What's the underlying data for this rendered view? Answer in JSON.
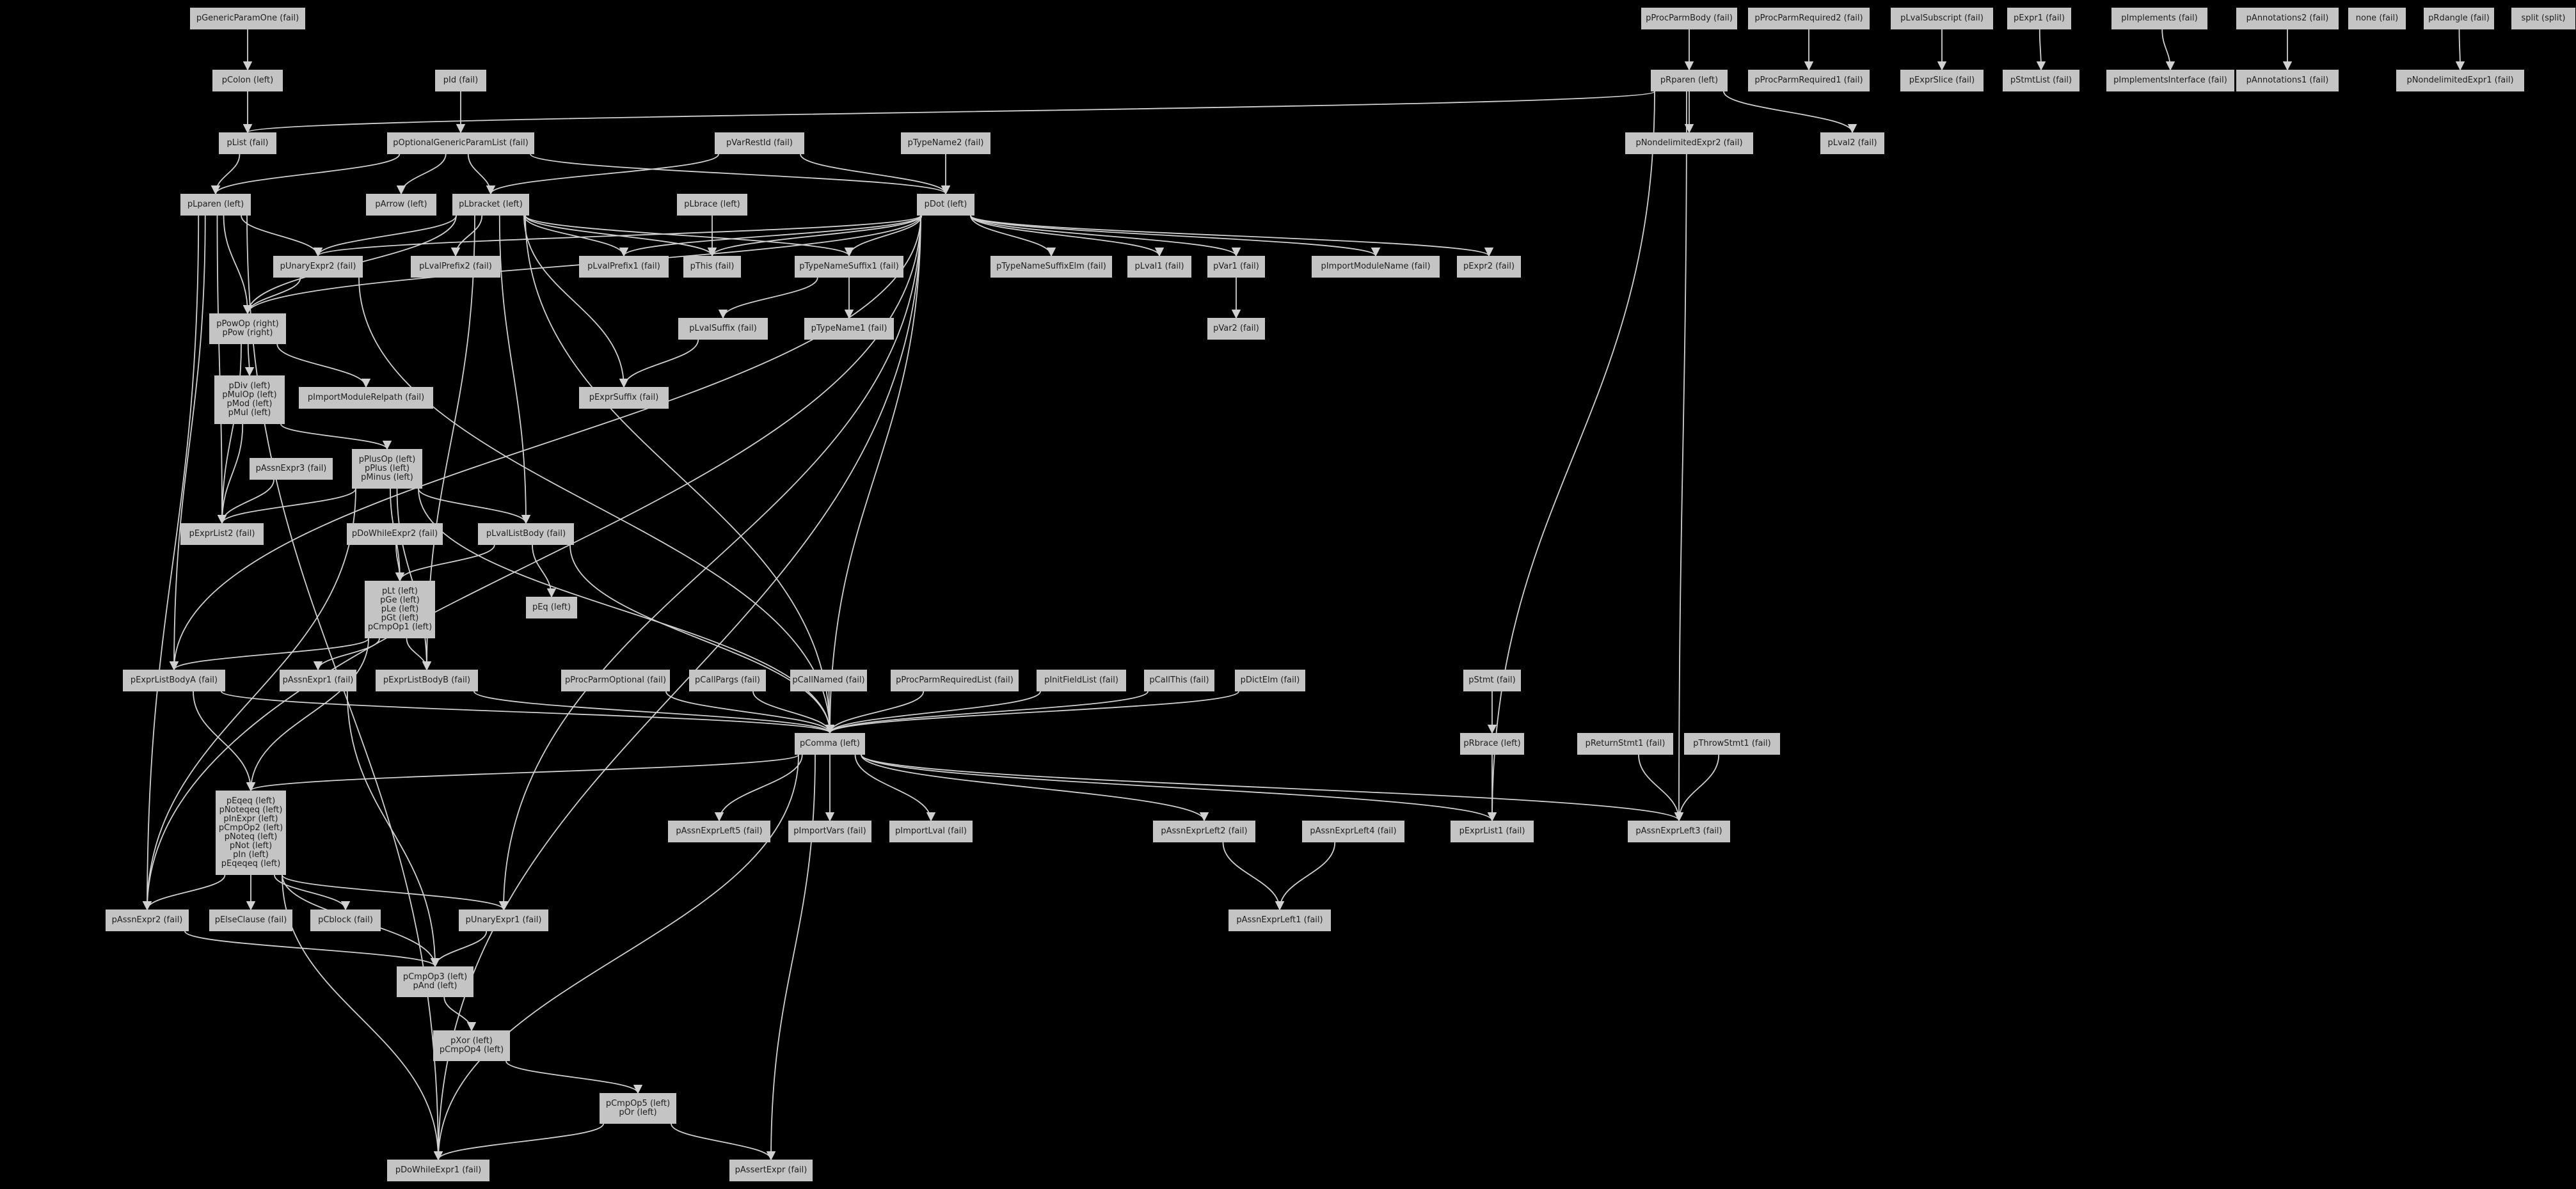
{
  "diagram": {
    "nodes": [
      {
        "id": "pGenericParamOne",
        "lines": [
          "pGenericParamOne (fail)"
        ]
      },
      {
        "id": "pColon",
        "lines": [
          "pColon (left)"
        ]
      },
      {
        "id": "pId",
        "lines": [
          "pId (fail)"
        ]
      },
      {
        "id": "pList",
        "lines": [
          "pList (fail)"
        ]
      },
      {
        "id": "pOptionalGenericParamList",
        "lines": [
          "pOptionalGenericParamList (fail)"
        ]
      },
      {
        "id": "pVarRestId",
        "lines": [
          "pVarRestId (fail)"
        ]
      },
      {
        "id": "pTypeName2",
        "lines": [
          "pTypeName2 (fail)"
        ]
      },
      {
        "id": "pLparen",
        "lines": [
          "pLparen (left)"
        ]
      },
      {
        "id": "pArrow",
        "lines": [
          "pArrow (left)"
        ]
      },
      {
        "id": "pLbracket",
        "lines": [
          "pLbracket (left)"
        ]
      },
      {
        "id": "pLbrace",
        "lines": [
          "pLbrace (left)"
        ]
      },
      {
        "id": "pDot",
        "lines": [
          "pDot (left)"
        ]
      },
      {
        "id": "pUnaryExpr2",
        "lines": [
          "pUnaryExpr2 (fail)"
        ]
      },
      {
        "id": "pLvalPrefix2",
        "lines": [
          "pLvalPrefix2 (fail)"
        ]
      },
      {
        "id": "pLvalPrefix1",
        "lines": [
          "pLvalPrefix1 (fail)"
        ]
      },
      {
        "id": "pThis",
        "lines": [
          "pThis (fail)"
        ]
      },
      {
        "id": "pTypeNameSuffix1",
        "lines": [
          "pTypeNameSuffix1 (fail)"
        ]
      },
      {
        "id": "pTypeNameSuffixElm",
        "lines": [
          "pTypeNameSuffixElm (fail)"
        ]
      },
      {
        "id": "pLval1",
        "lines": [
          "pLval1 (fail)"
        ]
      },
      {
        "id": "pVar1",
        "lines": [
          "pVar1 (fail)"
        ]
      },
      {
        "id": "pImportModuleName",
        "lines": [
          "pImportModuleName (fail)"
        ]
      },
      {
        "id": "pExpr2",
        "lines": [
          "pExpr2 (fail)"
        ]
      },
      {
        "id": "pPowOp",
        "lines": [
          "pPowOp (right)",
          "pPow (right)"
        ]
      },
      {
        "id": "pLvalSuffix",
        "lines": [
          "pLvalSuffix (fail)"
        ]
      },
      {
        "id": "pTypeName1",
        "lines": [
          "pTypeName1 (fail)"
        ]
      },
      {
        "id": "pVar2",
        "lines": [
          "pVar2 (fail)"
        ]
      },
      {
        "id": "pDiv",
        "lines": [
          "pDiv (left)",
          "pMulOp (left)",
          "pMod (left)",
          "pMul (left)"
        ]
      },
      {
        "id": "pImportModuleRelpath",
        "lines": [
          "pImportModuleRelpath (fail)"
        ]
      },
      {
        "id": "pExprSuffix",
        "lines": [
          "pExprSuffix (fail)"
        ]
      },
      {
        "id": "pAssnExpr3",
        "lines": [
          "pAssnExpr3 (fail)"
        ]
      },
      {
        "id": "pPlusOp",
        "lines": [
          "pPlusOp (left)",
          "pPlus (left)",
          "pMinus (left)"
        ]
      },
      {
        "id": "pExprList2",
        "lines": [
          "pExprList2 (fail)"
        ]
      },
      {
        "id": "pDoWhileExpr2",
        "lines": [
          "pDoWhileExpr2 (fail)"
        ]
      },
      {
        "id": "pLvalListBody",
        "lines": [
          "pLvalListBody (fail)"
        ]
      },
      {
        "id": "pEq",
        "lines": [
          "pEq (left)"
        ]
      },
      {
        "id": "pLt",
        "lines": [
          "pLt (left)",
          "pGe (left)",
          "pLe (left)",
          "pGt (left)",
          "pCmpOp1 (left)"
        ]
      },
      {
        "id": "pExprListBodyA",
        "lines": [
          "pExprListBodyA (fail)"
        ]
      },
      {
        "id": "pAssnExpr1",
        "lines": [
          "pAssnExpr1 (fail)"
        ]
      },
      {
        "id": "pExprListBodyB",
        "lines": [
          "pExprListBodyB (fail)"
        ]
      },
      {
        "id": "pProcParmOptional",
        "lines": [
          "pProcParmOptional (fail)"
        ]
      },
      {
        "id": "pCallPargs",
        "lines": [
          "pCallPargs (fail)"
        ]
      },
      {
        "id": "pCallNamed",
        "lines": [
          "pCallNamed (fail)"
        ]
      },
      {
        "id": "pProcParmRequiredList",
        "lines": [
          "pProcParmRequiredList (fail)"
        ]
      },
      {
        "id": "pInitFieldList",
        "lines": [
          "pInitFieldList (fail)"
        ]
      },
      {
        "id": "pCallThis",
        "lines": [
          "pCallThis (fail)"
        ]
      },
      {
        "id": "pDictElm",
        "lines": [
          "pDictElm (fail)"
        ]
      },
      {
        "id": "pComma",
        "lines": [
          "pComma (left)"
        ]
      },
      {
        "id": "pEqeq",
        "lines": [
          "pEqeq (left)",
          "pNoteqeq (left)",
          "pInExpr (left)",
          "pCmpOp2 (left)",
          "pNoteq (left)",
          "pNot (left)",
          "pIn (left)",
          "pEqeqeq (left)"
        ]
      },
      {
        "id": "pAssnExprLeft5",
        "lines": [
          "pAssnExprLeft5 (fail)"
        ]
      },
      {
        "id": "pImportVars",
        "lines": [
          "pImportVars (fail)"
        ]
      },
      {
        "id": "pImportLval",
        "lines": [
          "pImportLval (fail)"
        ]
      },
      {
        "id": "pAssnExprLeft2",
        "lines": [
          "pAssnExprLeft2 (fail)"
        ]
      },
      {
        "id": "pAssnExprLeft4",
        "lines": [
          "pAssnExprLeft4 (fail)"
        ]
      },
      {
        "id": "pAssnExpr2",
        "lines": [
          "pAssnExpr2 (fail)"
        ]
      },
      {
        "id": "pElseClause",
        "lines": [
          "pElseClause (fail)"
        ]
      },
      {
        "id": "pCblock",
        "lines": [
          "pCblock (fail)"
        ]
      },
      {
        "id": "pUnaryExpr1",
        "lines": [
          "pUnaryExpr1 (fail)"
        ]
      },
      {
        "id": "pAssnExprLeft1",
        "lines": [
          "pAssnExprLeft1 (fail)"
        ]
      },
      {
        "id": "pCmpOp3",
        "lines": [
          "pCmpOp3 (left)",
          "pAnd (left)"
        ]
      },
      {
        "id": "pXor",
        "lines": [
          "pXor (left)",
          "pCmpOp4 (left)"
        ]
      },
      {
        "id": "pCmpOp5",
        "lines": [
          "pCmpOp5 (left)",
          "pOr (left)"
        ]
      },
      {
        "id": "pDoWhileExpr1",
        "lines": [
          "pDoWhileExpr1 (fail)"
        ]
      },
      {
        "id": "pAssertExpr",
        "lines": [
          "pAssertExpr (fail)"
        ]
      },
      {
        "id": "pProcParmBody",
        "lines": [
          "pProcParmBody (fail)"
        ]
      },
      {
        "id": "pProcParmRequired2",
        "lines": [
          "pProcParmRequired2 (fail)"
        ]
      },
      {
        "id": "pLvalSubscript",
        "lines": [
          "pLvalSubscript (fail)"
        ]
      },
      {
        "id": "pExpr1",
        "lines": [
          "pExpr1 (fail)"
        ]
      },
      {
        "id": "pImplements",
        "lines": [
          "pImplements (fail)"
        ]
      },
      {
        "id": "pAnnotations2",
        "lines": [
          "pAnnotations2 (fail)"
        ]
      },
      {
        "id": "none",
        "lines": [
          "none (fail)"
        ]
      },
      {
        "id": "pRdangle",
        "lines": [
          "pRdangle (fail)"
        ]
      },
      {
        "id": "split",
        "lines": [
          "split (split)"
        ]
      },
      {
        "id": "pRparen",
        "lines": [
          "pRparen (left)"
        ]
      },
      {
        "id": "pProcParmRequired1",
        "lines": [
          "pProcParmRequired1 (fail)"
        ]
      },
      {
        "id": "pExprSlice",
        "lines": [
          "pExprSlice (fail)"
        ]
      },
      {
        "id": "pStmtList",
        "lines": [
          "pStmtList (fail)"
        ]
      },
      {
        "id": "pImplementsInterface",
        "lines": [
          "pImplementsInterface (fail)"
        ]
      },
      {
        "id": "pAnnotations1",
        "lines": [
          "pAnnotations1 (fail)"
        ]
      },
      {
        "id": "pNondelimitedExpr1",
        "lines": [
          "pNondelimitedExpr1 (fail)"
        ]
      },
      {
        "id": "pNondelimitedExpr2",
        "lines": [
          "pNondelimitedExpr2 (fail)"
        ]
      },
      {
        "id": "pLval2",
        "lines": [
          "pLval2 (fail)"
        ]
      },
      {
        "id": "pStmt",
        "lines": [
          "pStmt (fail)"
        ]
      },
      {
        "id": "pRbrace",
        "lines": [
          "pRbrace (left)"
        ]
      },
      {
        "id": "pReturnStmt1",
        "lines": [
          "pReturnStmt1 (fail)"
        ]
      },
      {
        "id": "pThrowStmt1",
        "lines": [
          "pThrowStmt1 (fail)"
        ]
      },
      {
        "id": "pExprList1",
        "lines": [
          "pExprList1 (fail)"
        ]
      },
      {
        "id": "pAssnExprLeft3",
        "lines": [
          "pAssnExprLeft3 (fail)"
        ]
      }
    ],
    "edges": [
      [
        "pGenericParamOne",
        "pColon"
      ],
      [
        "pColon",
        "pList"
      ],
      [
        "pId",
        "pOptionalGenericParamList"
      ],
      [
        "pList",
        "pLparen"
      ],
      [
        "pOptionalGenericParamList",
        "pLparen"
      ],
      [
        "pOptionalGenericParamList",
        "pArrow"
      ],
      [
        "pOptionalGenericParamList",
        "pLbracket"
      ],
      [
        "pOptionalGenericParamList",
        "pDot"
      ],
      [
        "pVarRestId",
        "pLbracket"
      ],
      [
        "pVarRestId",
        "pDot"
      ],
      [
        "pTypeName2",
        "pDot"
      ],
      [
        "pRparen",
        "pList"
      ],
      [
        "pRparen",
        "pNondelimitedExpr2"
      ],
      [
        "pRparen",
        "pLval2"
      ],
      [
        "pRparen",
        "pExprList1"
      ],
      [
        "pRparen",
        "pAssnExprLeft3"
      ],
      [
        "pProcParmBody",
        "pRparen"
      ],
      [
        "pProcParmRequired2",
        "pProcParmRequired1"
      ],
      [
        "pLvalSubscript",
        "pExprSlice"
      ],
      [
        "pExpr1",
        "pStmtList"
      ],
      [
        "pImplements",
        "pImplementsInterface"
      ],
      [
        "pAnnotations2",
        "pAnnotations1"
      ],
      [
        "pRdangle",
        "pNondelimitedExpr1"
      ],
      [
        "pLparen",
        "pUnaryExpr2"
      ],
      [
        "pLparen",
        "pPowOp"
      ],
      [
        "pLparen",
        "pExprList2"
      ],
      [
        "pLparen",
        "pExprListBodyA"
      ],
      [
        "pLparen",
        "pAssnExpr2"
      ],
      [
        "pLparen",
        "pDoWhileExpr1"
      ],
      [
        "pLbracket",
        "pUnaryExpr2"
      ],
      [
        "pLbracket",
        "pLvalPrefix2"
      ],
      [
        "pLbracket",
        "pLvalPrefix1"
      ],
      [
        "pLbracket",
        "pThis"
      ],
      [
        "pLbracket",
        "pTypeNameSuffix1"
      ],
      [
        "pLbracket",
        "pExprSuffix"
      ],
      [
        "pLbracket",
        "pLvalListBody"
      ],
      [
        "pLbracket",
        "pExprListBodyB"
      ],
      [
        "pLbracket",
        "pComma"
      ],
      [
        "pLbracket",
        "pPowOp"
      ],
      [
        "pLbrace",
        "pThis"
      ],
      [
        "pDot",
        "pUnaryExpr2"
      ],
      [
        "pDot",
        "pLvalPrefix1"
      ],
      [
        "pDot",
        "pThis"
      ],
      [
        "pDot",
        "pTypeNameSuffix1"
      ],
      [
        "pDot",
        "pTypeNameSuffixElm"
      ],
      [
        "pDot",
        "pLval1"
      ],
      [
        "pDot",
        "pVar1"
      ],
      [
        "pDot",
        "pImportModuleName"
      ],
      [
        "pDot",
        "pExpr2"
      ],
      [
        "pDot",
        "pPowOp"
      ],
      [
        "pDot",
        "pExprListBodyA"
      ],
      [
        "pDot",
        "pComma"
      ],
      [
        "pDot",
        "pUnaryExpr1"
      ],
      [
        "pDot",
        "pDoWhileExpr1"
      ],
      [
        "pDot",
        "pAssnExpr2"
      ],
      [
        "pTypeNameSuffix1",
        "pLvalSuffix"
      ],
      [
        "pTypeNameSuffix1",
        "pTypeName1"
      ],
      [
        "pLvalSuffix",
        "pExprSuffix"
      ],
      [
        "pVar1",
        "pVar2"
      ],
      [
        "pUnaryExpr2",
        "pPowOp"
      ],
      [
        "pUnaryExpr2",
        "pComma"
      ],
      [
        "pPowOp",
        "pDiv"
      ],
      [
        "pPowOp",
        "pImportModuleRelpath"
      ],
      [
        "pPowOp",
        "pExprList2"
      ],
      [
        "pDiv",
        "pPlusOp"
      ],
      [
        "pDiv",
        "pExprList2"
      ],
      [
        "pAssnExpr3",
        "pExprList2"
      ],
      [
        "pPlusOp",
        "pExprList2"
      ],
      [
        "pPlusOp",
        "pLvalListBody"
      ],
      [
        "pPlusOp",
        "pLt"
      ],
      [
        "pPlusOp",
        "pExprListBodyB"
      ],
      [
        "pPlusOp",
        "pComma"
      ],
      [
        "pPlusOp",
        "pAssnExpr2"
      ],
      [
        "pDoWhileExpr2",
        "pLt"
      ],
      [
        "pLvalListBody",
        "pEq"
      ],
      [
        "pLvalListBody",
        "pLt"
      ],
      [
        "pLvalListBody",
        "pComma"
      ],
      [
        "pLt",
        "pExprListBodyA"
      ],
      [
        "pLt",
        "pAssnExpr1"
      ],
      [
        "pLt",
        "pExprListBodyB"
      ],
      [
        "pLt",
        "pEqeq"
      ],
      [
        "pExprListBodyA",
        "pEqeq"
      ],
      [
        "pExprListBodyA",
        "pComma"
      ],
      [
        "pAssnExpr1",
        "pCmpOp3"
      ],
      [
        "pExprListBodyB",
        "pComma"
      ],
      [
        "pProcParmOptional",
        "pComma"
      ],
      [
        "pCallPargs",
        "pComma"
      ],
      [
        "pCallNamed",
        "pComma"
      ],
      [
        "pProcParmRequiredList",
        "pComma"
      ],
      [
        "pInitFieldList",
        "pComma"
      ],
      [
        "pCallThis",
        "pComma"
      ],
      [
        "pDictElm",
        "pComma"
      ],
      [
        "pComma",
        "pEqeq"
      ],
      [
        "pComma",
        "pAssnExprLeft5"
      ],
      [
        "pComma",
        "pImportVars"
      ],
      [
        "pComma",
        "pImportLval"
      ],
      [
        "pComma",
        "pAssnExprLeft2"
      ],
      [
        "pComma",
        "pExprList1"
      ],
      [
        "pComma",
        "pAssnExprLeft3"
      ],
      [
        "pComma",
        "pAssertExpr"
      ],
      [
        "pComma",
        "pDoWhileExpr1"
      ],
      [
        "pEqeq",
        "pAssnExpr2"
      ],
      [
        "pEqeq",
        "pElseClause"
      ],
      [
        "pEqeq",
        "pCblock"
      ],
      [
        "pEqeq",
        "pUnaryExpr1"
      ],
      [
        "pEqeq",
        "pCmpOp3"
      ],
      [
        "pEqeq",
        "pDoWhileExpr1"
      ],
      [
        "pAssnExpr2",
        "pCmpOp3"
      ],
      [
        "pUnaryExpr1",
        "pCmpOp3"
      ],
      [
        "pAssnExprLeft2",
        "pAssnExprLeft1"
      ],
      [
        "pAssnExprLeft4",
        "pAssnExprLeft1"
      ],
      [
        "pCmpOp3",
        "pXor"
      ],
      [
        "pXor",
        "pCmpOp5"
      ],
      [
        "pCmpOp5",
        "pDoWhileExpr1"
      ],
      [
        "pCmpOp5",
        "pAssertExpr"
      ],
      [
        "pStmt",
        "pRbrace"
      ],
      [
        "pRbrace",
        "pExprList1"
      ],
      [
        "pReturnStmt1",
        "pAssnExprLeft3"
      ],
      [
        "pThrowStmt1",
        "pAssnExprLeft3"
      ]
    ]
  }
}
